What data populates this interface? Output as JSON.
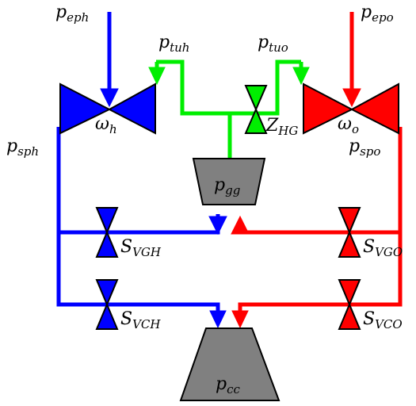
{
  "colors": {
    "hydrogen": "#0000ff",
    "oxygen": "#ff0000",
    "turbine": "#00ee00",
    "chamber": "#808080",
    "outline": "#000000"
  },
  "labels": {
    "p_eph": {
      "base": "p",
      "sub": "eph"
    },
    "p_epo": {
      "base": "p",
      "sub": "epo"
    },
    "p_tuh": {
      "base": "p",
      "sub": "tuh"
    },
    "p_tuo": {
      "base": "p",
      "sub": "tuo"
    },
    "omega_h": {
      "base": "ω",
      "sub": "h"
    },
    "omega_o": {
      "base": "ω",
      "sub": "o"
    },
    "z_hg": {
      "base": "Z",
      "sub": "HG"
    },
    "p_sph": {
      "base": "p",
      "sub": "sph"
    },
    "p_spo": {
      "base": "p",
      "sub": "spo"
    },
    "p_gg": {
      "base": "p",
      "sub": "gg"
    },
    "s_vgh": {
      "base": "S",
      "sub": "VGH"
    },
    "s_vgo": {
      "base": "S",
      "sub": "VGO"
    },
    "s_vch": {
      "base": "S",
      "sub": "VCH"
    },
    "s_vco": {
      "base": "S",
      "sub": "VCO"
    },
    "p_cc": {
      "base": "p",
      "sub": "cc"
    }
  }
}
